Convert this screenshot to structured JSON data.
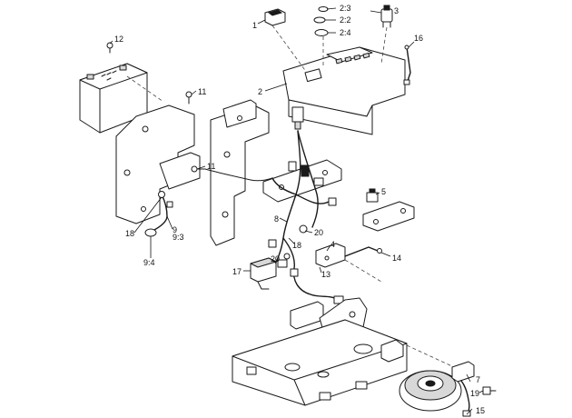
{
  "colors": {
    "line": "#1a1a1a",
    "background": "#ffffff",
    "shade": "#d8d8d8"
  },
  "callouts": {
    "c1": "1",
    "c2": "2",
    "c2_3": "2:3",
    "c2_2": "2:2",
    "c2_4": "2:4",
    "c3": "3",
    "c4": "4",
    "c5": "5",
    "c7": "7",
    "c8": "8",
    "c9": "9",
    "c9_3": "9:3",
    "c9_4": "9:4",
    "c11a": "11",
    "c11b": "11",
    "c12": "12",
    "c13": "13",
    "c14": "14",
    "c15": "15",
    "c16": "16",
    "c17": "17",
    "c18a": "18",
    "c18b": "18",
    "c19": "19",
    "c20a": "20",
    "c20b": "20"
  }
}
